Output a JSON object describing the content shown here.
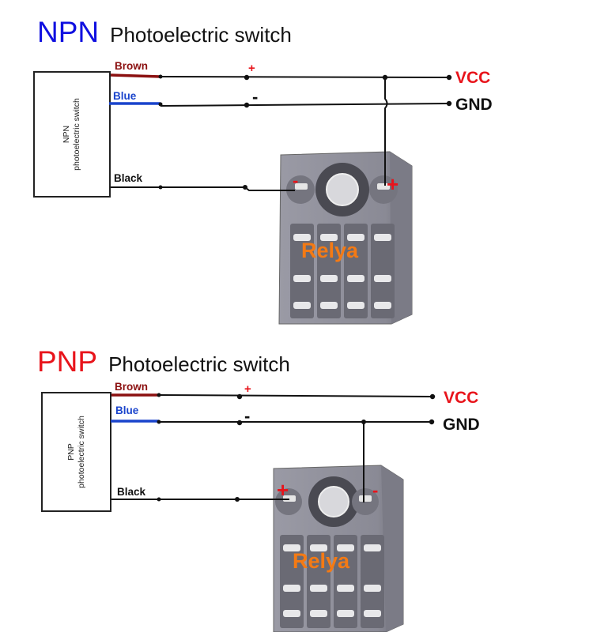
{
  "colors": {
    "npn_title": "#1010e0",
    "pnp_title": "#e8141b",
    "brown_wire": "#8b1010",
    "blue_wire": "#1a44cc",
    "black_wire": "#111111",
    "vcc_label": "#e8141b",
    "gnd_label": "#111111",
    "brand": "#f47a14",
    "relay_body": "#8a8a95"
  },
  "npn": {
    "type_label": "NPN",
    "subtitle": "Photoelectric switch",
    "sensor_label_line1": "NPN",
    "sensor_label_line2": "photoelectric switch",
    "wires": {
      "brown": "Brown",
      "blue": "Blue",
      "black": "Black"
    },
    "plus_sign": "+",
    "minus_sign": "-",
    "vcc": "VCC",
    "gnd": "GND",
    "relay_minus": "-",
    "relay_plus": "+",
    "brand": "Relya"
  },
  "pnp": {
    "type_label": "PNP",
    "subtitle": "Photoelectric switch",
    "sensor_label_line1": "PNP",
    "sensor_label_line2": "photoelectric switch",
    "wires": {
      "brown": "Brown",
      "blue": "Blue",
      "black": "Black"
    },
    "plus_sign": "+",
    "minus_sign": "-",
    "vcc": "VCC",
    "gnd": "GND",
    "relay_plus": "+",
    "relay_minus": "-",
    "brand": "Relya"
  }
}
